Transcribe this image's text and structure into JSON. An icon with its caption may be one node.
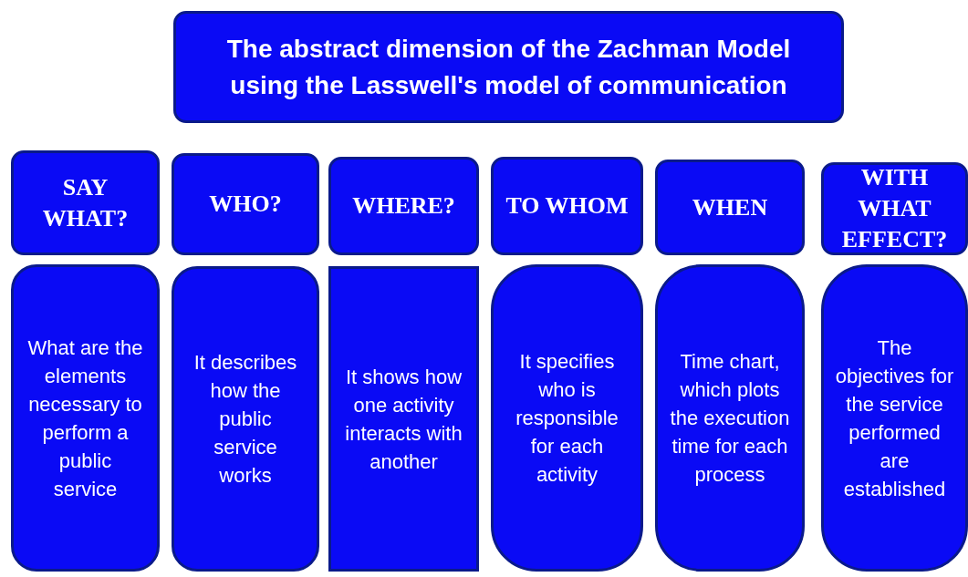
{
  "diagram": {
    "nodes": [
      {
        "text": [
          "The abstract dimension of the Zachman Model using the Lasswell's model of communication"
        ]
      },
      {
        "text": [
          "SAY WHAT?"
        ]
      },
      {
        "text": [
          "WHO?"
        ]
      },
      {
        "text": [
          "WHERE?"
        ]
      },
      {
        "text": [
          "TO WHOM"
        ]
      },
      {
        "text": [
          "WHEN"
        ]
      },
      {
        "text": [
          "WITH WHAT EFFECT?"
        ]
      },
      {
        "text": [
          "What are the elements necessary to perform a public service"
        ]
      },
      {
        "text": [
          "It describes how the public service works"
        ]
      },
      {
        "text": [
          "It shows how one activity interacts with another"
        ]
      },
      {
        "text": [
          "It specifies who is responsible for each activity"
        ]
      },
      {
        "text": [
          "Time chart, which plots the execution time for each process"
        ]
      },
      {
        "text": [
          "The objectives for the service performed are established"
        ]
      }
    ]
  }
}
